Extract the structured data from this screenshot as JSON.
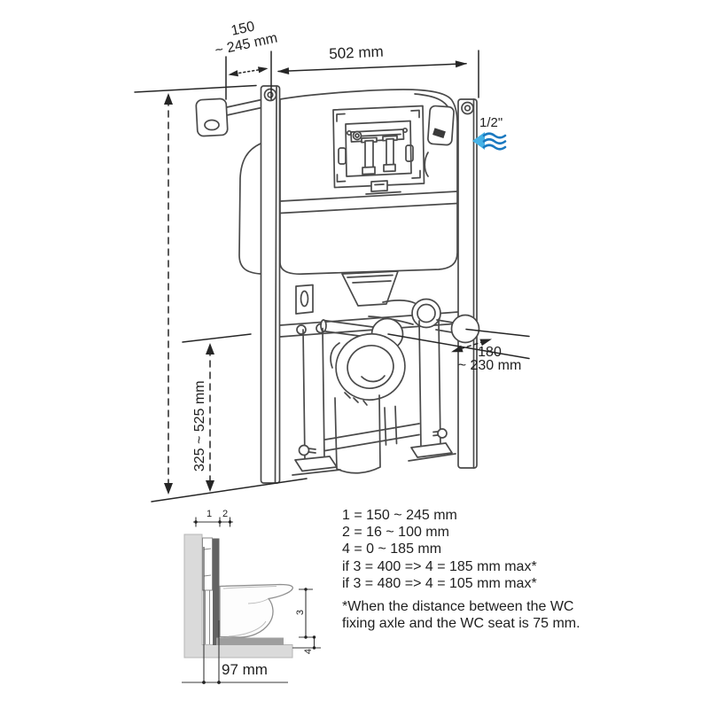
{
  "main_diagram": {
    "dimensions": {
      "wall_offset": {
        "line1": "150",
        "line2": "~ 245 mm"
      },
      "frame_width": "502 mm",
      "water_inlet": "1/2\"",
      "fixing_rod_depth": {
        "line1": "180",
        "line2": "~ 230 mm"
      },
      "lower_frame_height": "325 ~ 525 mm"
    },
    "icons": {
      "water_inlet": "water-flow-arrow-left"
    }
  },
  "side_view": {
    "marks": {
      "mark1": "1",
      "mark2": "2",
      "mark3": "3",
      "mark4": "4"
    },
    "floor_offset": "97 mm"
  },
  "legend": {
    "lines": [
      "1 = 150 ~ 245 mm",
      "2 = 16 ~ 100 mm",
      "4 = 0 ~ 185 mm",
      "if 3 = 400 => 4 = 185 mm max*",
      "if 3 = 480 => 4 = 105 mm max*"
    ],
    "footnote": [
      "*When the distance between the WC",
      "fixing axle and the WC seat is 75 mm."
    ]
  },
  "colors": {
    "ink": "#4a4a4a",
    "dim_ink": "#262626",
    "water_arrow": "#45b2e6",
    "water_waves": "#1b79c0",
    "wall_fill": "#dadada",
    "panel_fill": "#636363",
    "floor_strip_fill": "#9e9e9e"
  }
}
